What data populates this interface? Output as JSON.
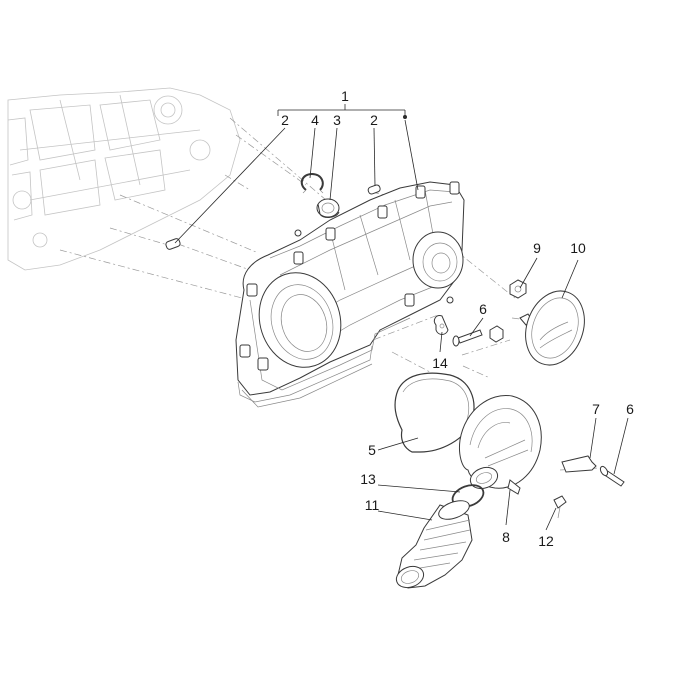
{
  "diagram": {
    "callouts": [
      "1",
      "2",
      "4",
      "3",
      "2",
      "9",
      "10",
      "6",
      "14",
      "5",
      "7",
      "6",
      "13",
      "11",
      "8",
      "12"
    ]
  },
  "colors": {
    "line": "#3a3a3a",
    "ghost": "#c4c4c4",
    "text": "#1a1a1a"
  }
}
